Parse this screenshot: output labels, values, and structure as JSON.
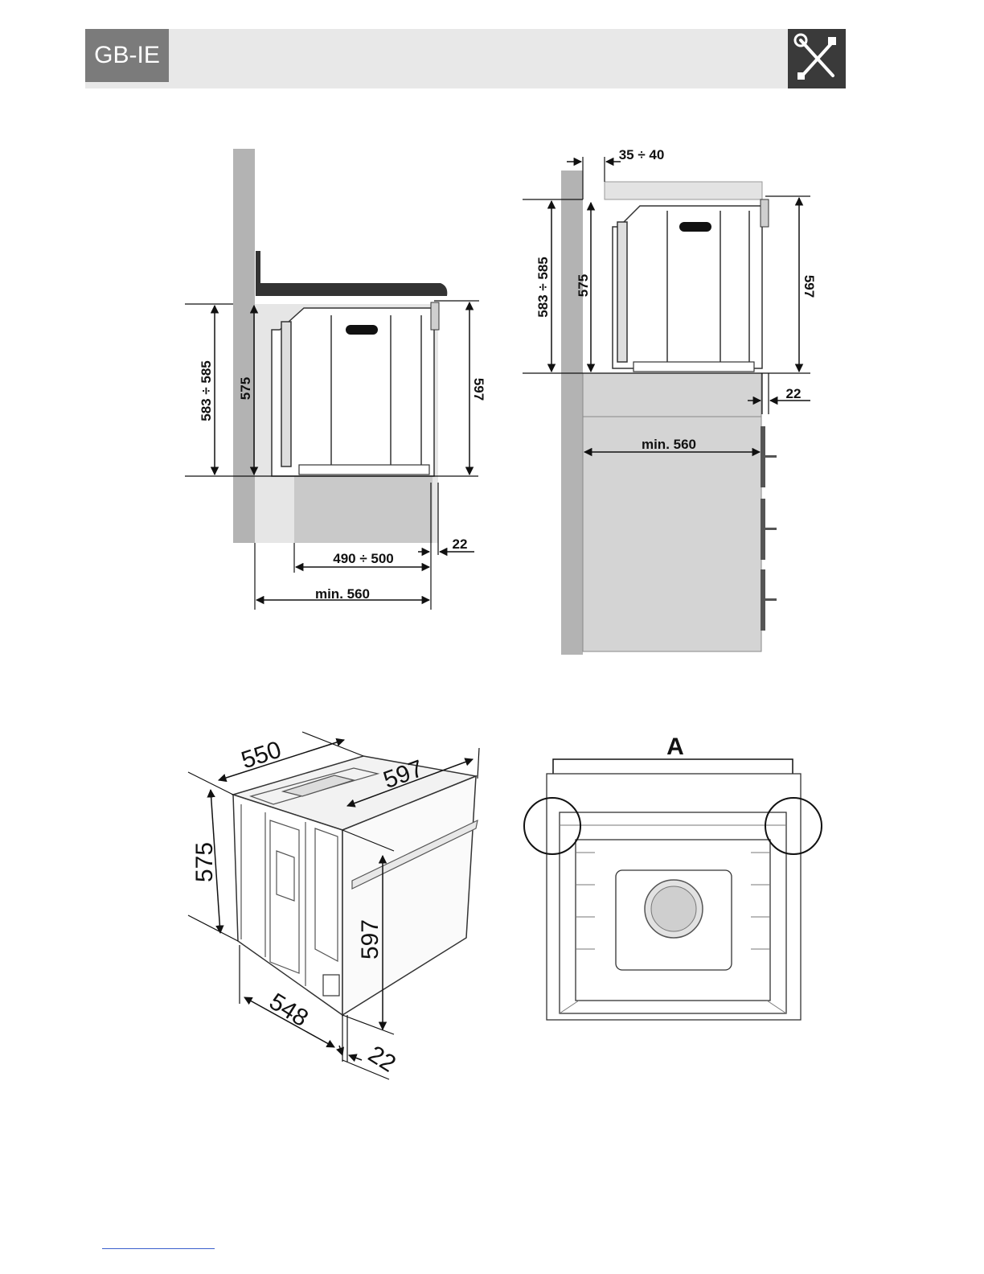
{
  "header": {
    "language_badge": "GB-IE",
    "icon": "tools-icon"
  },
  "side_view_undercounter": {
    "height_range": "583 ÷ 585",
    "cavity_height": "575",
    "oven_height": "597",
    "depth_range": "490 ÷ 500",
    "front_offset": "22",
    "min_depth": "min. 560"
  },
  "side_view_column": {
    "top_gap": "35 ÷ 40",
    "height_range": "583 ÷ 585",
    "cavity_height": "575",
    "oven_height": "597",
    "front_offset": "22",
    "min_depth": "min. 560"
  },
  "isometric_view": {
    "depth_top": "550",
    "width": "597",
    "height_body": "575",
    "height_front": "597",
    "depth_bottom": "548",
    "front_offset": "22"
  },
  "front_view": {
    "label": "A"
  }
}
